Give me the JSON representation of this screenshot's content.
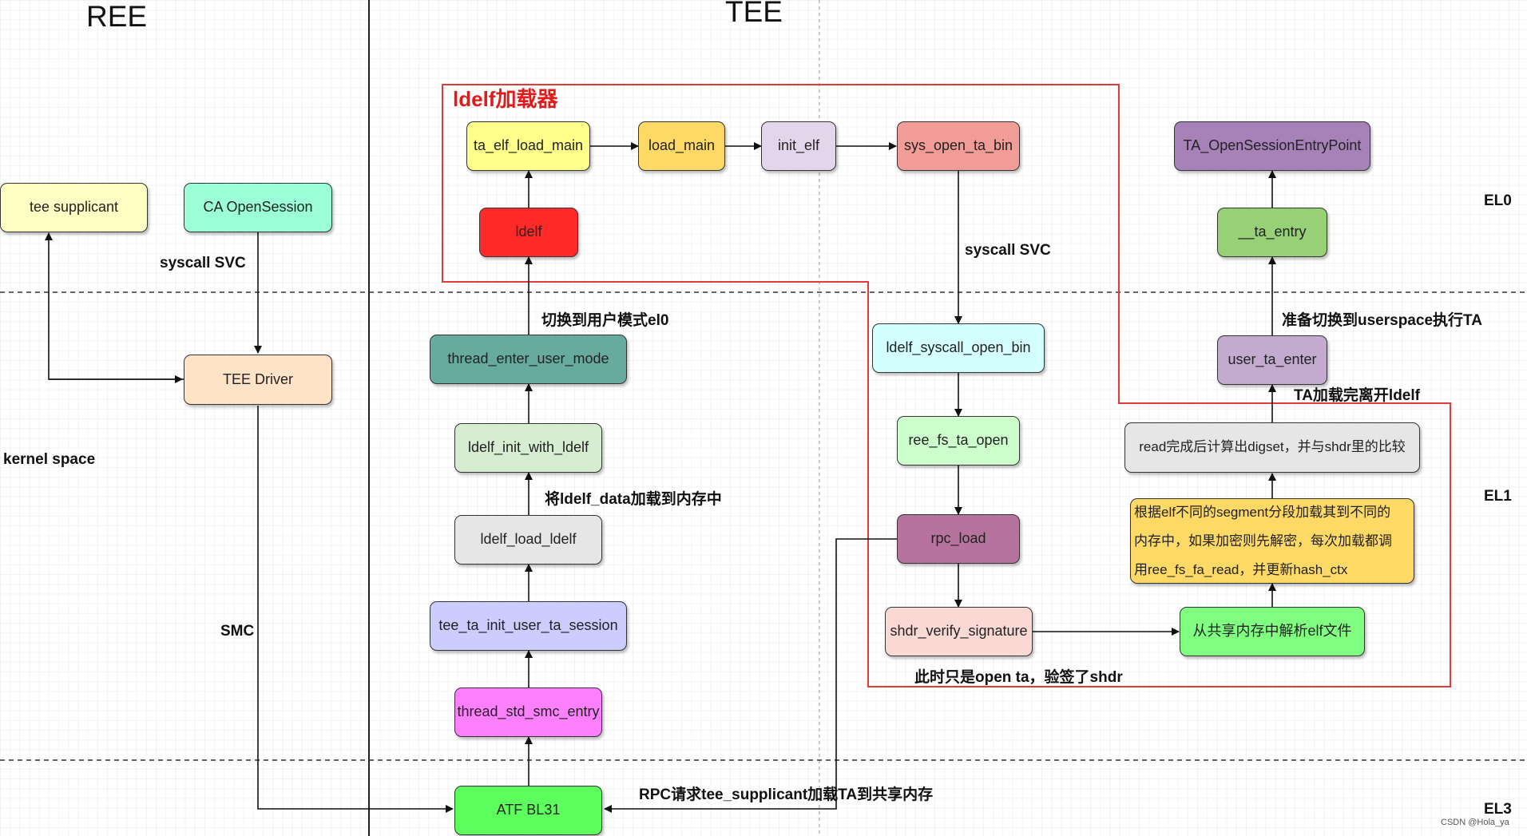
{
  "zones": {
    "ree": "REE",
    "tee": "TEE"
  },
  "levels": {
    "el0": "EL0",
    "el1": "EL1",
    "el3": "EL3"
  },
  "labels": {
    "kernel_space": "kernel space",
    "syscall_svc_ree": "syscall SVC",
    "smc": "SMC",
    "ldelf_loader": "ldelf加载器",
    "switch_user_mode": "切换到用户模式el0",
    "load_ldelf_data": "将ldelf_data加载到内存中",
    "syscall_svc_tee": "syscall SVC",
    "prepare_switch": "准备切换到userspace执行TA",
    "ta_loaded_leave": "TA加载完离开ldelf",
    "open_ta_only": "此时只是open ta，验签了shdr",
    "rpc_request": "RPC请求tee_supplicant加载TA到共享内存"
  },
  "nodes": {
    "tee_supplicant": "tee supplicant",
    "ca_open_session": "CA OpenSession",
    "tee_driver": "TEE Driver",
    "ta_elf_load_main": "ta_elf_load_main",
    "load_main": "load_main",
    "init_elf": "init_elf",
    "sys_open_ta_bin": "sys_open_ta_bin",
    "ta_open_session_entry": "TA_OpenSessionEntryPoint",
    "ldelf": "ldelf",
    "ta_entry": "__ta_entry",
    "thread_enter_user_mode": "thread_enter_user_mode",
    "ldelf_syscall_open_bin": "ldelf_syscall_open_bin",
    "user_ta_enter": "user_ta_enter",
    "ldelf_init_with_ldelf": "ldelf_init_with_ldelf",
    "ree_fs_ta_open": "ree_fs_ta_open",
    "read_digest": "read完成后计算出digset，并与shdr里的比较",
    "ldelf_load_ldelf": "ldelf_load_ldelf",
    "rpc_load": "rpc_load",
    "segment_load_1": "根据elf不同的segment分段加载其到不同的",
    "segment_load_2": "内存中，如果加密则先解密，每次加载都调",
    "segment_load_3": "用ree_fs_fa_read，并更新hash_ctx",
    "tee_ta_init_user_ta_session": "tee_ta_init_user_ta_session",
    "shdr_verify_signature": "shdr_verify_signature",
    "parse_elf_shared_mem": "从共享内存中解析elf文件",
    "thread_std_smc_entry": "thread_std_smc_entry",
    "atf_bl31": "ATF BL31"
  },
  "watermark": "CSDN @Hola_ya",
  "colors": {
    "yellow_light": "#ffffc4",
    "mint": "#9bffd7",
    "peach": "#ffe3c6",
    "yellow": "#ffff8c",
    "orange_yellow": "#ffd966",
    "lavender": "#e3d6ea",
    "salmon": "#f19c96",
    "purple": "#a682b8",
    "red": "#ff2a2a",
    "green": "#97d077",
    "teal": "#67ab9f",
    "cyan_light": "#d4ffff",
    "lilac": "#c3abd0",
    "pale_green": "#d6edd2",
    "light_green": "#ccffcc",
    "gray": "#e6e6e6",
    "mauve": "#b5739d",
    "periwinkle": "#ccccff",
    "pink_light": "#fad9d5",
    "bright_green": "#80ff80",
    "magenta": "#ff80ff",
    "lime": "#5dff5d",
    "region_border": "#e03b3b"
  }
}
